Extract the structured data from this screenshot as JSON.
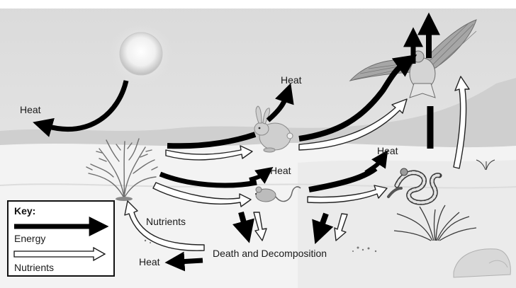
{
  "labels": {
    "heat_sun": "Heat",
    "heat_rabbit": "Heat",
    "heat_mouse": "Heat",
    "heat_snake": "Heat",
    "heat_decomp": "Heat",
    "nutrients": "Nutrients",
    "death_decomposition": "Death and Decomposition"
  },
  "key": {
    "title": "Key:",
    "energy": "Energy",
    "nutrients": "Nutrients"
  },
  "organisms": [
    "sun",
    "shrub",
    "rabbit",
    "mouse",
    "snake",
    "hawk"
  ],
  "colors": {
    "energy_arrow": "#000000",
    "nutrient_arrow_fill": "#ffffff",
    "nutrient_arrow_stroke": "#222222",
    "sky": "#e3e3e3",
    "ground": "#f2f2f2"
  }
}
